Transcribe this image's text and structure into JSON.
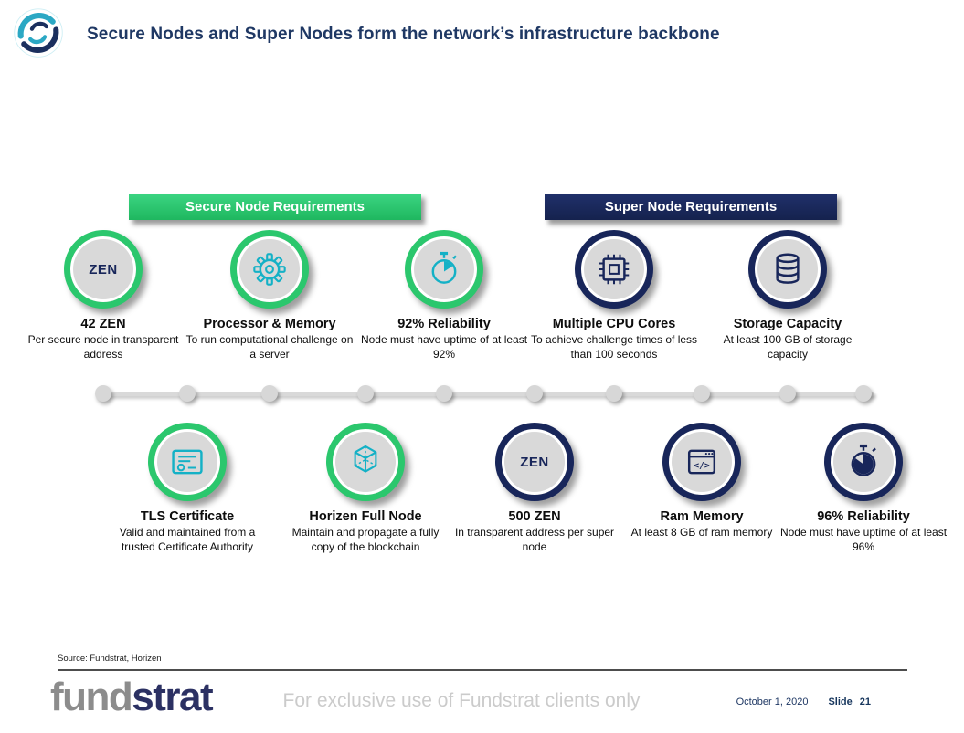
{
  "colors": {
    "green": "#2bc76d",
    "navy": "#18265a",
    "teal": "#14b1c6",
    "title_navy": "#1f3864",
    "circle_fill": "#d9d9d9"
  },
  "header": {
    "title": "Secure Nodes and Super Nodes form the network’s infrastructure backbone"
  },
  "banners": {
    "secure": "Secure Node Requirements",
    "super": "Super Node Requirements"
  },
  "nodes_top": [
    {
      "title": "42 ZEN",
      "desc": "Per secure node in transparent address",
      "icon": "zen-badge",
      "badge": "ZEN",
      "theme": "green"
    },
    {
      "title": "Processor & Memory",
      "desc": "To run computational challenge on a server",
      "icon": "gear-icon",
      "theme": "green"
    },
    {
      "title": "92% Reliability",
      "desc": "Node must have uptime of at least 92%",
      "icon": "stopwatch-icon",
      "theme": "green"
    },
    {
      "title": "Multiple CPU Cores",
      "desc": "To achieve challenge times of less than 100 seconds",
      "icon": "cpu-icon",
      "theme": "navy"
    },
    {
      "title": "Storage Capacity",
      "desc": "At least 100 GB of storage capacity",
      "icon": "database-icon",
      "theme": "navy"
    }
  ],
  "nodes_bottom": [
    {
      "title": "TLS Certificate",
      "desc": "Valid and maintained from a trusted Certificate Authority",
      "icon": "certificate-icon",
      "theme": "green"
    },
    {
      "title": "Horizen Full Node",
      "desc": "Maintain and propagate a fully copy of the blockchain",
      "icon": "cube-icon",
      "theme": "green"
    },
    {
      "title": "500 ZEN",
      "desc": "In transparent address per super node",
      "icon": "zen-badge",
      "badge": "ZEN",
      "theme": "navy"
    },
    {
      "title": "Ram Memory",
      "desc": "At least 8 GB of ram memory",
      "icon": "browser-code-icon",
      "theme": "navy"
    },
    {
      "title": "96% Reliability",
      "desc": "Node must have uptime of at least 96%",
      "icon": "stopwatch-icon",
      "theme": "navy"
    }
  ],
  "footer": {
    "source": "Source: Fundstrat, Horizen",
    "brand_first": "fund",
    "brand_second": "strat",
    "disclaimer": "For exclusive use of Fundstrat clients only",
    "date": "October 1, 2020",
    "slide_label": "Slide",
    "slide_number": "21"
  }
}
